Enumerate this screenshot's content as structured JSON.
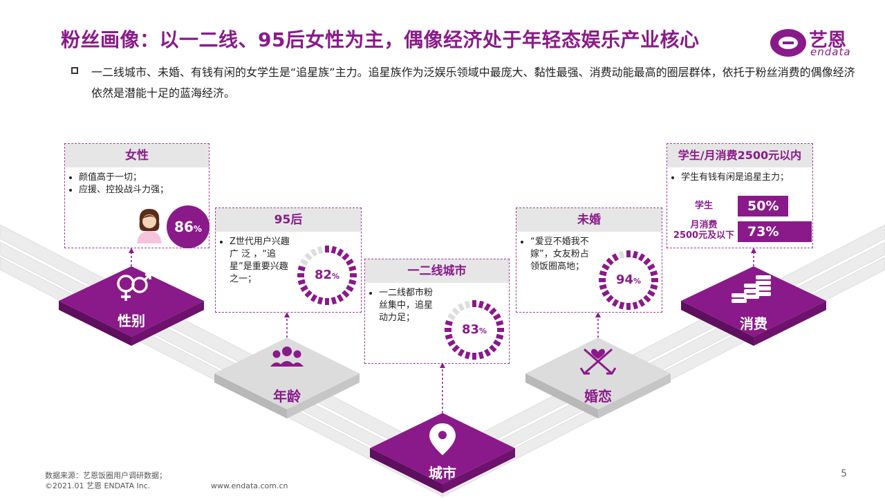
{
  "slide": {
    "title": "粉丝画像：以一二线、95后女性为主，偶像经济处于年轻态娱乐产业核心",
    "intro": "一二线城市、未婚、有钱有闲的女学生是“追星族”主力。追星族作为泛娱乐领域中最庞大、黏性最强、消费动能最高的圈层群体，依托于粉丝消费的偶像经济依然是潜能十足的蓝海经济。",
    "logo": {
      "cn": "艺恩",
      "en": "endata"
    },
    "page_number": "5"
  },
  "cards": {
    "gender": {
      "head": "女性",
      "items": [
        "颜值高于一切；",
        "应援、控投战斗力强；"
      ],
      "pct": {
        "num": "86",
        "unit": "%"
      }
    },
    "age": {
      "head": "95后",
      "items": [
        "Z世代用户兴趣 广 泛 ，“追星”是重要兴趣之一；"
      ],
      "pct": {
        "num": "82",
        "unit": "%"
      },
      "value": 0.82
    },
    "city": {
      "head": "一二线城市",
      "items": [
        "一二线都市粉丝集中，追星动力足；"
      ],
      "pct": {
        "num": "83",
        "unit": "%"
      },
      "value": 0.83
    },
    "marriage": {
      "head": "未婚",
      "items": [
        "“爱豆不婚我不嫁”，女友粉占领饭圈高地；"
      ],
      "pct": {
        "num": "94",
        "unit": "%"
      },
      "value": 0.94
    },
    "consume": {
      "head": "学生/月消费2500元以内",
      "items": [
        "学生有钱有闲是追星主力；"
      ],
      "bars": [
        {
          "label": "学生",
          "text": "50%",
          "value": 0.5
        },
        {
          "label": "月消费2500元及以下",
          "label_l1": "月消费",
          "label_l2": "2500元及以下",
          "text": "73%",
          "value": 0.73
        }
      ]
    }
  },
  "nodes": {
    "gender": "性别",
    "age": "年龄",
    "city": "城市",
    "marriage": "婚恋",
    "consume": "消费"
  },
  "footer": {
    "source": "数据来源：艺恩饭圈用户调研数据；",
    "copyright": "©2021.01 艺恩 ENDATA Inc.",
    "url": "www.endata.com.cn"
  },
  "colors": {
    "accent": "#8a1a8a",
    "gray_tile": "#dcdcdc",
    "card_head": "#e6e6e6"
  }
}
